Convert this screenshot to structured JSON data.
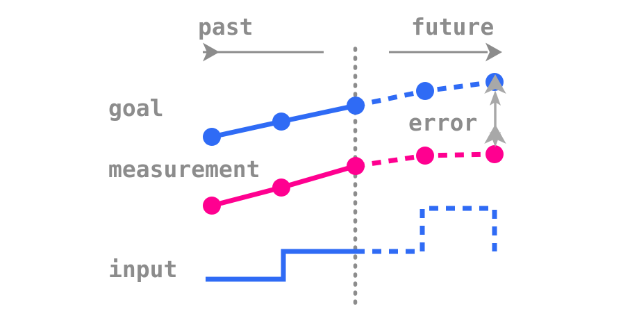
{
  "figure": {
    "title_labels": {
      "past": "past",
      "future": "future",
      "goal": "goal",
      "measurement": "measurement",
      "error": "error",
      "input": "input"
    },
    "colors": {
      "goal": "#2f6bf5",
      "measurement": "#ff0090",
      "annotation": "#8c8c8c",
      "background": "#ffffff"
    }
  },
  "chart_data": {
    "type": "line",
    "title": "",
    "xlabel": "",
    "ylabel": "",
    "xlim": [
      0,
      5
    ],
    "ylim": [
      0,
      1
    ],
    "grid": false,
    "legend_position": "left-inline",
    "now_divider_x": 2,
    "annotations": [
      {
        "name": "past-arrow",
        "text": "past",
        "direction": "left",
        "x_from": 2,
        "x_to": 0.1
      },
      {
        "name": "future-arrow",
        "text": "future",
        "direction": "right",
        "x_from": 2.3,
        "x_to": 4.9
      },
      {
        "name": "error-arrow",
        "text": "error",
        "direction": "both",
        "x": 4.8,
        "y_from": 0.78,
        "y_to": 0.62
      }
    ],
    "series": [
      {
        "name": "goal",
        "color": "#2f6bf5",
        "x": [
          0.1,
          1.05,
          2.0,
          3.05,
          4.8
        ],
        "y": [
          0.6,
          0.645,
          0.69,
          0.735,
          0.765
        ],
        "past_points": 3,
        "future_style": "dashed"
      },
      {
        "name": "measurement",
        "color": "#ff0090",
        "x": [
          0.1,
          1.05,
          2.0,
          3.05,
          4.8
        ],
        "y": [
          0.395,
          0.445,
          0.51,
          0.545,
          0.548
        ],
        "past_points": 3,
        "future_style": "dashed"
      },
      {
        "name": "input",
        "color": "#2f6bf5",
        "type": "step",
        "steps": [
          {
            "x_from": 0.05,
            "x_to": 1.1,
            "level": 0.16,
            "style": "solid"
          },
          {
            "x_from": 1.1,
            "x_to": 3.0,
            "level": 0.275,
            "style": "solid-then-dashed",
            "solid_until": 2.0
          },
          {
            "x_from": 3.0,
            "x_to": 4.8,
            "level": 0.4,
            "style": "dashed"
          },
          {
            "x_from": 4.8,
            "x_to": 4.8,
            "level": 0.275,
            "style": "dashed"
          }
        ]
      }
    ]
  }
}
